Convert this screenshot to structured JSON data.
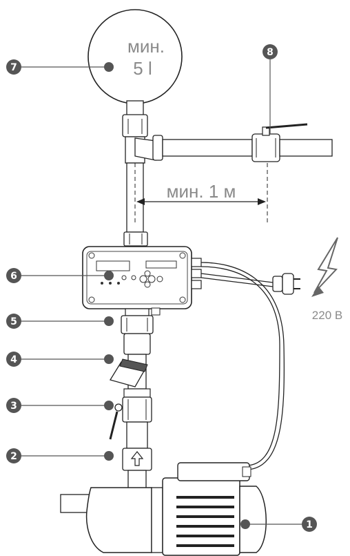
{
  "tank": {
    "line1": "мин.",
    "line2": "5 l"
  },
  "distance_label": "мин. 1 м",
  "voltage_label": "220 В",
  "markers": [
    "1",
    "2",
    "3",
    "4",
    "5",
    "6",
    "7",
    "8"
  ],
  "colors": {
    "marker_fill": "#555555",
    "label_text": "#8a8a8a",
    "line": "#222222"
  }
}
